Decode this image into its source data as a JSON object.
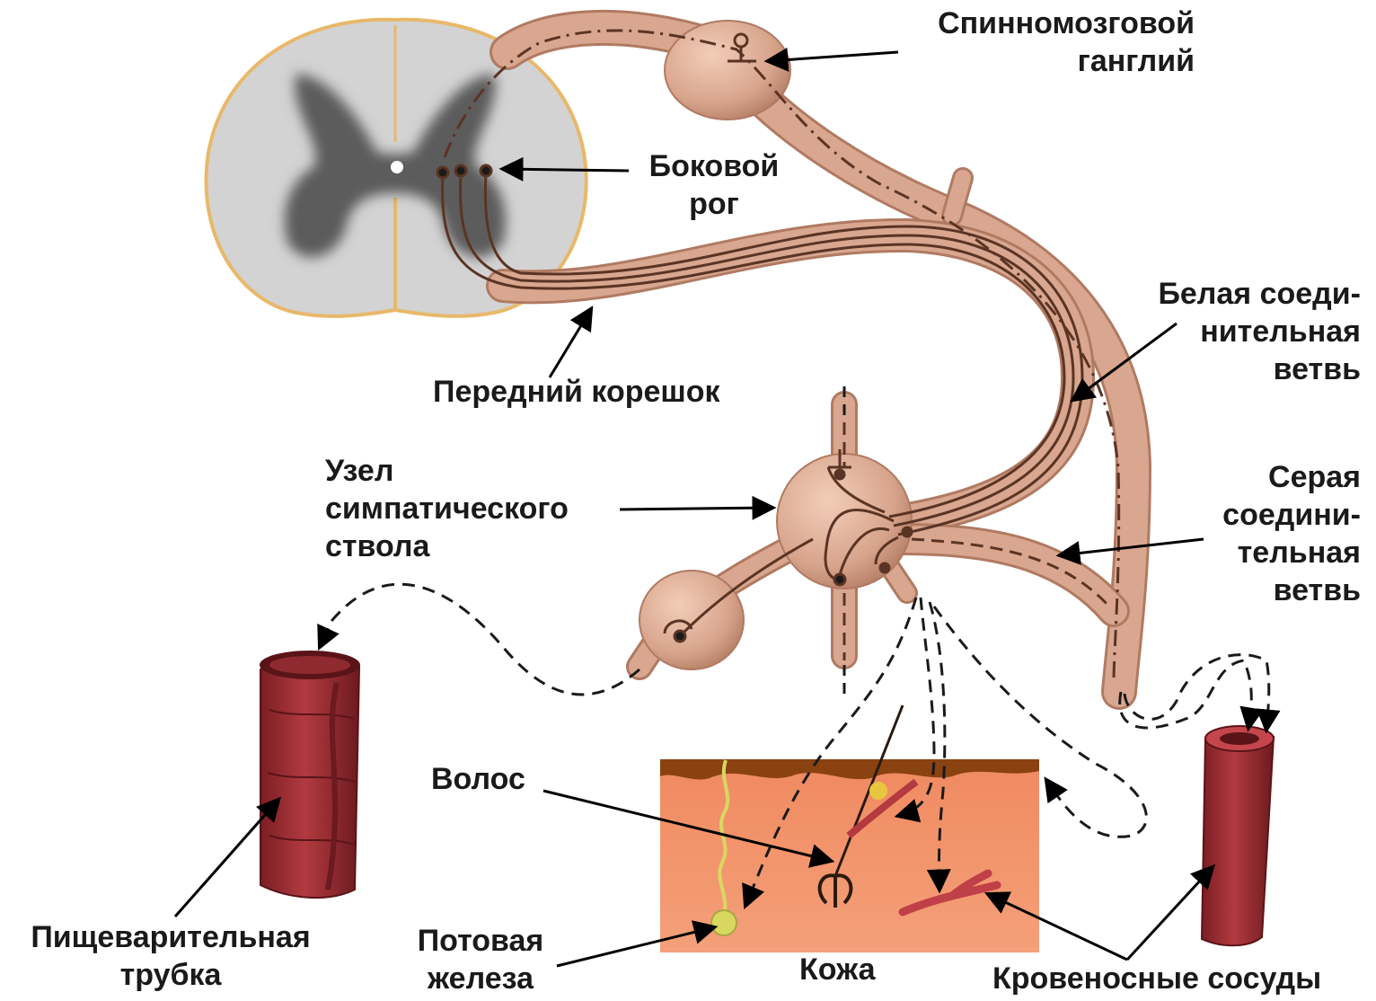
{
  "labels": {
    "spinal_ganglion": [
      "Спинномозговой",
      "ганглий"
    ],
    "lateral_horn": [
      "Боковой",
      "рог"
    ],
    "white_ramus": [
      "Белая соеди-",
      "нительная",
      "ветвь"
    ],
    "anterior_root": "Передний корешок",
    "sympathetic_node": [
      "Узел",
      "симпатического",
      "ствола"
    ],
    "gray_ramus": [
      "Серая",
      "соедини-",
      "тельная",
      "ветвь"
    ],
    "hair": "Волос",
    "digestive_tube": [
      "Пищеварительная",
      "трубка"
    ],
    "sweat_gland": [
      "Потовая",
      "железа"
    ],
    "skin": "Кожа",
    "blood_vessels": "Кровеносные сосуды"
  },
  "colors": {
    "nerve": "#d9a78f",
    "nerve_dark": "#b07a62",
    "fiber": "#5a3424",
    "cord": "#d4d4d4",
    "gray_matter": "#5e5e5e",
    "cord_outline": "#e8b86a",
    "skin_top": "#8a4210",
    "skin_body": "#ee8a62",
    "vessel": "#a8333a",
    "vessel_dark": "#6d1a1f",
    "sweat_gland": "#d8d860",
    "arrow": "#000000"
  }
}
